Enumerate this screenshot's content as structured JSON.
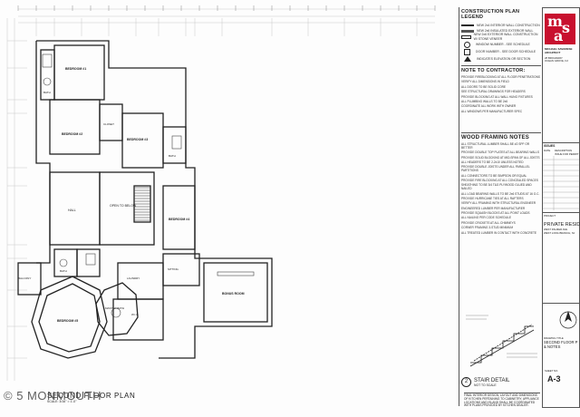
{
  "legend": {
    "title": "CONSTRUCTION PLAN LEGEND",
    "items": [
      "NEW 2x4 INTERIOR WALL CONSTRUCTION",
      "NEW 2x6 INSULATED EXTERIOR WALL",
      "NEW 2x6 EXTERIOR WALL CONSTRUCTION W/ STONE VENEER",
      "WINDOW NUMBER - SEE SCHEDULE",
      "DOOR NUMBER - SEE DOOR SCHEDULE",
      "INDICATES ELEVATION OR SECTION"
    ]
  },
  "contractor_notes": {
    "title": "NOTE TO CONTRACTOR:",
    "lines": [
      "PROVIDE FIREBLOCKING AT ALL FLOOR PENETRATIONS",
      "VERIFY ALL DIMENSIONS IN FIELD",
      "ALL DOORS TO BE SOLID CORE",
      "SEE STRUCTURAL DRAWINGS FOR HEADERS",
      "PROVIDE BLOCKING AT ALL WALL HUNG FIXTURES",
      "ALL PLUMBING WALLS TO BE 2x6",
      "COORDINATE ALL WORK WITH OWNER",
      "ALL WINDOWS PER MANUFACTURER SPEC"
    ]
  },
  "framing_notes": {
    "title": "WOOD FRAMING NOTES",
    "lines": [
      "ALL STRUCTURAL LUMBER SHALL BE #2 SPF OR BETTER",
      "PROVIDE DOUBLE TOP PLATES AT ALL BEARING WALLS",
      "PROVIDE SOLID BLOCKING AT MID-SPAN OF ALL JOISTS",
      "ALL HEADERS TO BE 2-2x10 UNLESS NOTED",
      "PROVIDE DOUBLE JOISTS UNDER ALL PARALLEL PARTITIONS",
      "ALL CONNECTORS TO BE SIMPSON OR EQUAL",
      "PROVIDE FIRE BLOCKING AT ALL CONCEALED SPACES",
      "SHEATHING TO BE 3/4 T&G PLYWOOD GLUED AND NAILED",
      "ALL LOAD BEARING WALLS TO BE 2x6 STUDS AT 16 O.C.",
      "PROVIDE HURRICANE TIES AT ALL RAFTERS",
      "VERIFY ALL FRAMING WITH STRUCTURAL ENGINEER",
      "ENGINEERED LUMBER PER MANUFACTURER",
      "PROVIDE SQUASH BLOCKS AT ALL POINT LOADS",
      "ALL NAILING PER CODE SCHEDULE",
      "PROVIDE CRICKETS AT ALL CHIMNEYS",
      "CORNER FRAMING 3-STUD MINIMUM",
      "ALL TREATED LUMBER IN CONTACT WITH CONCRETE"
    ]
  },
  "firm": {
    "logo_letters": [
      "m",
      "s",
      "a"
    ],
    "name": "MICHAEL SAVARESE ARCHITECT",
    "address": [
      "28 BROADWAY",
      "OCEAN GROVE, NJ"
    ]
  },
  "revisions": {
    "label": "ISSUES",
    "rows": [
      [
        "DATE",
        "DESCRIPTION"
      ],
      [
        "",
        "ISSUE FOR PERMIT"
      ]
    ]
  },
  "project": {
    "label": "PROJECT",
    "name": "PRIVATE RESID",
    "address": [
      "WEST PALMER AVE",
      "WEST LONG BRANCH, NJ"
    ]
  },
  "drawing": {
    "label": "DRAWING TITLE",
    "title": [
      "SECOND FLOOR P",
      "& NOTES"
    ],
    "sheet_label": "SHEET NO.",
    "sheet": "A-3"
  },
  "stair_detail": {
    "number": "2",
    "title": "STAIR DETAIL",
    "scale": "NOT TO SCALE"
  },
  "plan_title": {
    "title": "SECOND FLOOR PLAN",
    "scale": "SCALE: 3/16\" = 1'-0\""
  },
  "rooms": [
    "BEDROOM #1",
    "BEDROOM #2",
    "BEDROOM #3",
    "BEDROOM #4",
    "BEDROOM #5",
    "BATH",
    "BATH",
    "BATH",
    "OPEN TO BELOW",
    "HALL",
    "CLOSET",
    "LAUNDRY",
    "BONUS ROOM",
    "SITTING",
    "BALCONY",
    "W.I.C.",
    "MASTER BATH"
  ],
  "footnote": "FINAL INTERIOR DESIGN, LAYOUT AND DIMENSIONS OF KITCHEN PERTAINING TO CABINETRY, APPLIANCE LOCATIONS AND ISLAND SHALL BE COORDINATED WITH PLANS PROVIDED BY KITCHEN DEALER.",
  "watermark": "© 5 MONMOUTH"
}
